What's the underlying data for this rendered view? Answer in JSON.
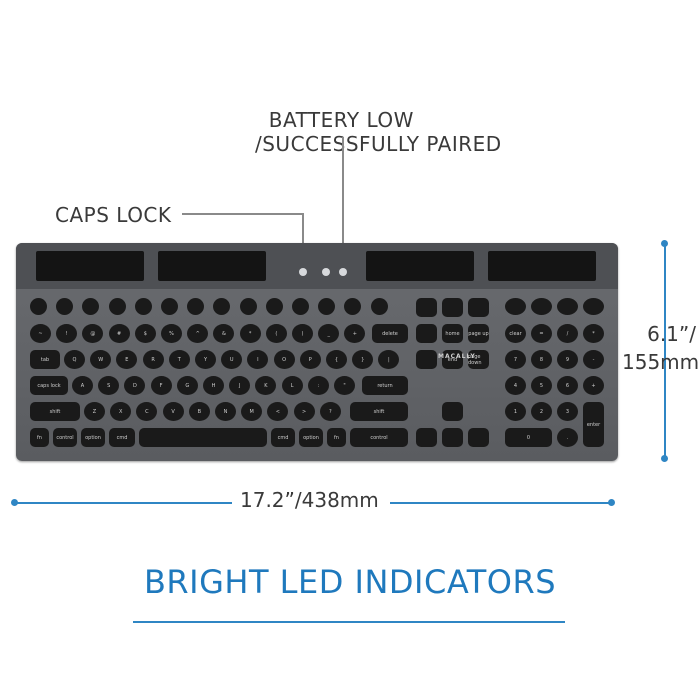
{
  "callouts": {
    "battery": "BATTERY LOW\n/SUCCESSFULLY PAIRED",
    "caps_lock": "CAPS LOCK"
  },
  "dimensions": {
    "height": "6.1”/\n155mm",
    "width": "17.2”/438mm"
  },
  "brand": "MACALLY",
  "headline": "BRIGHT LED INDICATORS",
  "colors": {
    "accent": "#2f86c4",
    "headline": "#1f79bd",
    "keyboard": "#5f6165",
    "key": "#1a1a1a"
  },
  "keys": {
    "row1": [
      "",
      "",
      "",
      "",
      "",
      "",
      "",
      "",
      "",
      "",
      "",
      "",
      "",
      ""
    ],
    "row2": [
      "~",
      "!",
      "@",
      "#",
      "$",
      "%",
      "^",
      "&",
      "*",
      "(",
      ")",
      "_",
      "+",
      "delete"
    ],
    "row3": [
      "tab",
      "Q",
      "W",
      "E",
      "R",
      "T",
      "Y",
      "U",
      "I",
      "O",
      "P",
      "{",
      "}",
      "|"
    ],
    "row4": [
      "caps lock",
      "A",
      "S",
      "D",
      "F",
      "G",
      "H",
      "J",
      "K",
      "L",
      ":",
      "\"",
      "return"
    ],
    "row5": [
      "shift",
      "Z",
      "X",
      "C",
      "V",
      "B",
      "N",
      "M",
      "<",
      ">",
      "?",
      "shift"
    ],
    "row6": [
      "fn",
      "control",
      "option",
      "cmd",
      "",
      "cmd",
      "option",
      "fn",
      "control"
    ],
    "nav": [
      "",
      "home",
      "page up",
      "",
      "end",
      "page down"
    ],
    "numpad": [
      "clear",
      "=",
      "/",
      "*",
      "7",
      "8",
      "9",
      "-",
      "4",
      "5",
      "6",
      "+",
      "1",
      "2",
      "3",
      "enter",
      "0",
      "."
    ]
  }
}
